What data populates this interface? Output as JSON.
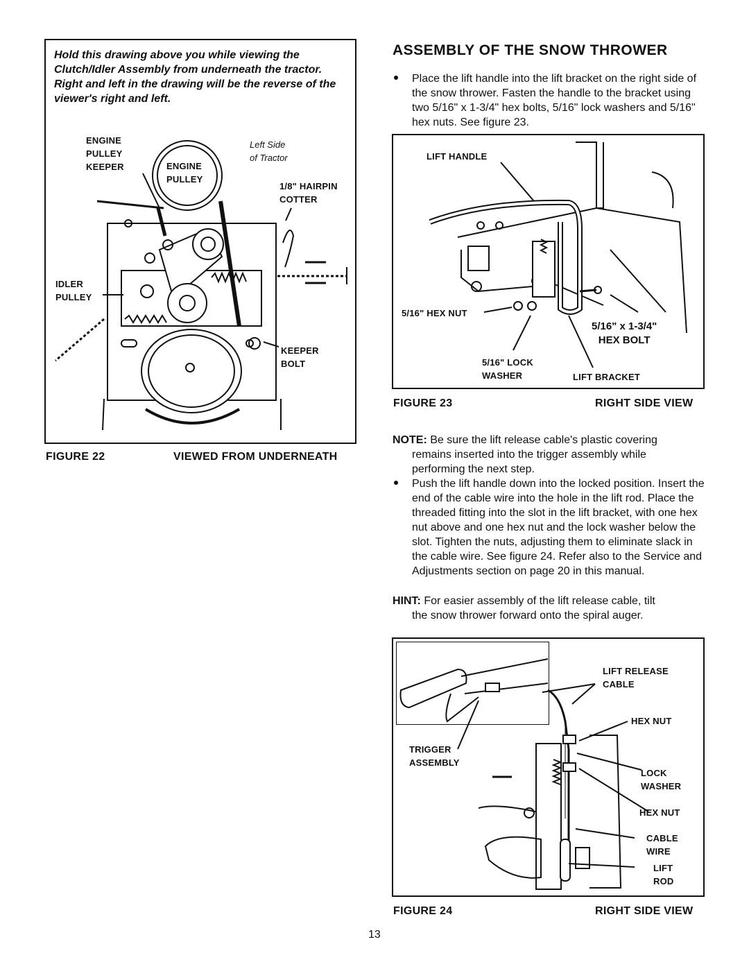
{
  "figure22": {
    "instruction": "Hold this drawing above you while viewing the Clutch/Idler Assembly from underneath the tractor. Right and left in the drawing will be the reverse of the viewer's right and left.",
    "labels": {
      "engine_pulley_keeper_1": "ENGINE",
      "engine_pulley_keeper_2": "PULLEY",
      "engine_pulley_keeper_3": "KEEPER",
      "engine_pulley_1": "ENGINE",
      "engine_pulley_2": "PULLEY",
      "left_side_1": "Left Side",
      "left_side_2": "of Tractor",
      "hairpin_1": "1/8\" HAIRPIN",
      "hairpin_2": "COTTER",
      "idler_1": "IDLER",
      "idler_2": "PULLEY",
      "keeper_bolt_1": "KEEPER",
      "keeper_bolt_2": "BOLT"
    },
    "caption_left": "FIGURE 22",
    "caption_right": "VIEWED FROM UNDERNEATH"
  },
  "section": {
    "title": "ASSEMBLY OF THE SNOW THROWER",
    "bullet1": "Place the lift handle into the lift bracket on the right side of the snow thrower. Fasten the handle to the bracket using two 5/16\" x 1-3/4\" hex bolts, 5/16\" lock washers and 5/16\" hex nuts. See figure 23."
  },
  "figure23": {
    "labels": {
      "lift_handle": "LIFT HANDLE",
      "hex_nut": "5/16\" HEX NUT",
      "hex_bolt_1": "5/16\" x 1-3/4\"",
      "hex_bolt_2": "HEX BOLT",
      "lock_washer_1": "5/16\" LOCK",
      "lock_washer_2": "WASHER",
      "lift_bracket": "LIFT BRACKET"
    },
    "caption_left": "FIGURE 23",
    "caption_right": "RIGHT SIDE VIEW"
  },
  "instructions": {
    "note_label": "NOTE:",
    "note_text_1": "Be sure the lift release cable's plastic covering",
    "note_text_2": "remains inserted into the trigger assembly while",
    "note_text_3": "performing the next step.",
    "bullet2": "Push the lift handle down into the locked position. Insert the end of the cable wire into the hole in the lift rod. Place the threaded fitting into the slot in the lift bracket, with one hex nut above and one hex nut and the lock washer below the slot. Tighten the nuts, adjusting them to eliminate slack in the cable wire. See figure 24. Refer also to the Service and Adjustments section on page 20 in this manual.",
    "hint_label": "HINT:",
    "hint_text_1": "For easier assembly of the lift release cable, tilt",
    "hint_text_2": "the snow thrower forward onto the spiral auger."
  },
  "figure24": {
    "labels": {
      "lift_release_1": "LIFT RELEASE",
      "lift_release_2": "CABLE",
      "hex_nut_top": "HEX NUT",
      "trigger_1": "TRIGGER",
      "trigger_2": "ASSEMBLY",
      "lock_washer_1": "LOCK",
      "lock_washer_2": "WASHER",
      "hex_nut_bottom": "HEX NUT",
      "cable_wire_1": "CABLE",
      "cable_wire_2": "WIRE",
      "lift_rod_1": "LIFT",
      "lift_rod_2": "ROD"
    },
    "caption_left": "FIGURE 24",
    "caption_right": "RIGHT SIDE VIEW"
  },
  "page_number": "13"
}
